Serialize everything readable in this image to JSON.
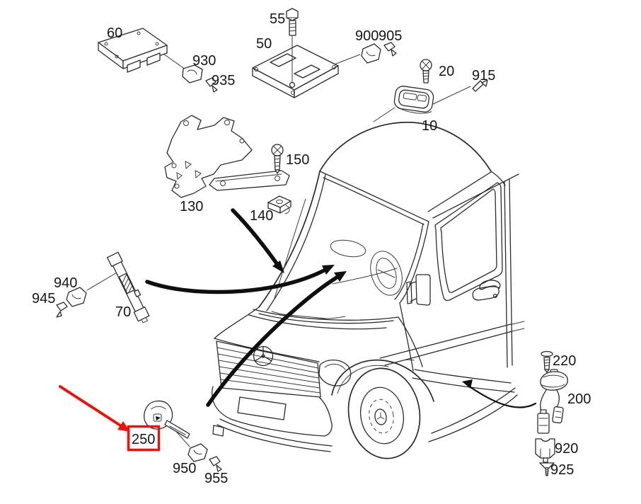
{
  "figure": {
    "background": "#ffffff",
    "line_color": "#2b2b2b",
    "arrow_color": "#0f0f0f",
    "highlight_color": "#e8150f",
    "highlighted_part": "250"
  },
  "labels": {
    "p10": "10",
    "p20": "20",
    "p50": "50",
    "p55": "55",
    "p60": "60",
    "p70": "70",
    "p130": "130",
    "p140": "140",
    "p150": "150",
    "p200": "200",
    "p220": "220",
    "p250": "250",
    "p900": "900",
    "p905": "905",
    "p915": "915",
    "p920": "920",
    "p925": "925",
    "p930": "930",
    "p935": "935",
    "p940": "940",
    "p945": "945",
    "p950": "950",
    "p955": "955"
  }
}
